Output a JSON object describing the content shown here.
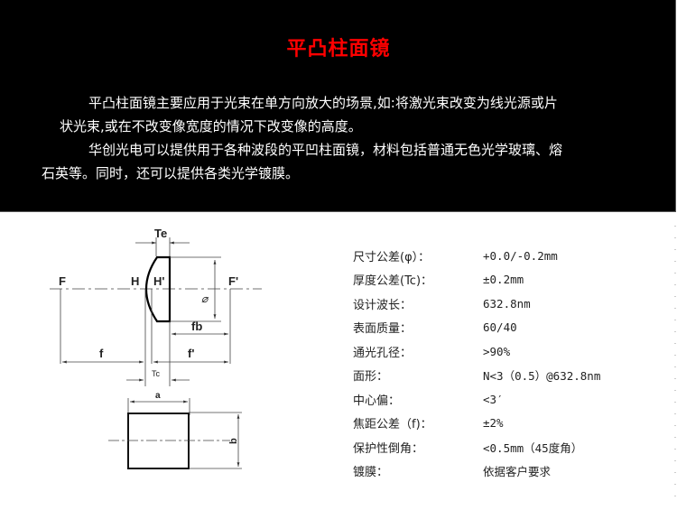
{
  "header": {
    "title": "平凸柱面镜",
    "title_color": "#ff0000",
    "background": "#000000"
  },
  "intro": {
    "paragraph1_line1": "平凸柱面镜主要应用于光束在单方向放大的场景,如:将激光束改变为线光源或片",
    "paragraph1_line2": "状光束,或在不改变像宽度的情况下改变像的高度。",
    "paragraph2_line1": "华创光电可以提供用于各种波段的平凹柱面镜，材料包括普通无色光学玻璃、熔",
    "paragraph2_line2": "石英等。同时，还可以提供各类光学镀膜。"
  },
  "diagram": {
    "side_view": {
      "labels": {
        "te": "Te",
        "tc": "Tc",
        "f_point": "F",
        "f_prime_point": "F'",
        "h": "H",
        "h_prime": "H'",
        "diameter": "⌀",
        "fb": "fb",
        "f": "f",
        "f_prime": "f'"
      }
    },
    "front_view": {
      "labels": {
        "a": "a",
        "b": "b"
      }
    }
  },
  "specs": [
    {
      "label": "尺寸公差(φ）：",
      "value": "+0.0/-0.2mm"
    },
    {
      "label": "厚度公差(Tc)：",
      "value": "±0.2mm"
    },
    {
      "label": "设计波长：",
      "value": "632.8nm"
    },
    {
      "label": "表面质量：",
      "value": "60/40"
    },
    {
      "label": "通光孔径：",
      "value": ">90%"
    },
    {
      "label": "面形：",
      "value": "N<3（0.5）@632.8nm"
    },
    {
      "label": "中心偏：",
      "value": "<3′"
    },
    {
      "label": "焦距公差（f)：",
      "value": "±2%"
    },
    {
      "label": "保护性倒角：",
      "value": "<0.5mm（45度角）"
    },
    {
      "label": "镀膜：",
      "value": "依据客户要求"
    }
  ]
}
